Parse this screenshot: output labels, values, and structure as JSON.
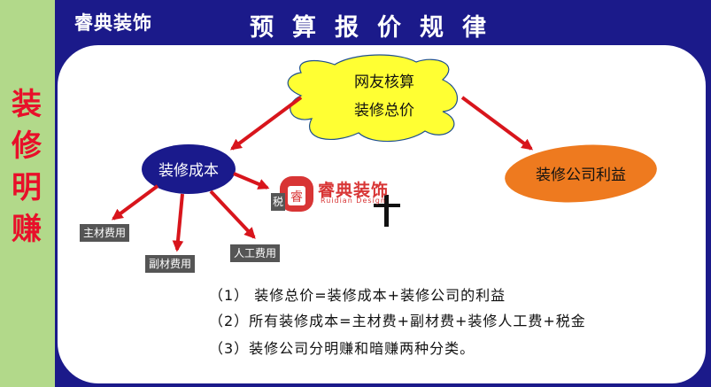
{
  "header": {
    "brand": "睿典装饰",
    "title": "预算报价规律"
  },
  "sidebar": {
    "chars": [
      "装",
      "修",
      "明",
      "赚"
    ]
  },
  "diagram": {
    "root": {
      "line1": "网友核算",
      "line2": "装修总价"
    },
    "cost": "装修成本",
    "profit": "装修公司利益",
    "tags": {
      "main": "主材费用",
      "aux": "副材费用",
      "labor": "人工费用",
      "tax": "税"
    }
  },
  "watermark": {
    "logo_char": "睿",
    "name": "睿典装饰",
    "sub": "Ruidian Design"
  },
  "notes": [
    "（1）  装修总价=装修成本+装修公司的利益",
    "（2）所有装修成本=主材费+副材费+装修人工费+税金",
    "（3）装修公司分明赚和暗赚两种分类。"
  ],
  "colors": {
    "background": "#1b1a8a",
    "sidebar": "#b2d98a",
    "sidebar_text": "#e8102a",
    "cloud": "#ffff33",
    "cost_ellipse": "#1a1a8c",
    "profit_ellipse": "#ee7a1f",
    "arrow": "#d8151c",
    "tag": "#555555"
  }
}
